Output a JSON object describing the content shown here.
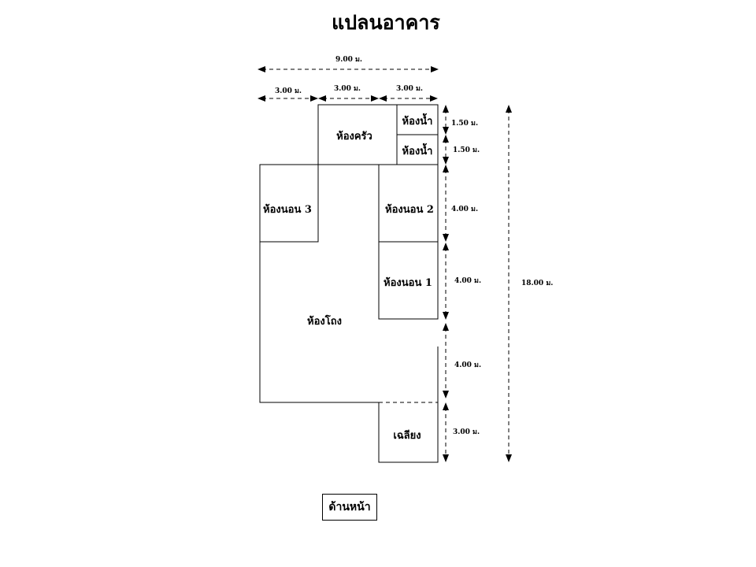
{
  "title": "แปลนอาคาร",
  "rooms": {
    "kitchen": "ห้องครัว",
    "bathroom_1": "ห้องน้ำ",
    "bathroom_2": "ห้องน้ำ",
    "bedroom_3": "ห้องนอน 3",
    "bedroom_2": "ห้องนอน 2",
    "bedroom_1": "ห้องนอน 1",
    "living_room": "ห้องโถง",
    "porch": "เฉลียง"
  },
  "dimensions": {
    "total_width": "9.00 ม.",
    "width_left": "3.00 ม.",
    "width_middle": "3.00 ม.",
    "width_right": "3.00 ม.",
    "bath_1_depth": "1.50 ม.",
    "bath_2_depth": "1.50 ม.",
    "bedroom_2_depth": "4.00 ม.",
    "bedroom_1_depth": "4.00 ม.",
    "living_depth": "4.00 ม.",
    "porch_depth": "3.00 ม.",
    "total_depth": "18.00 ม."
  },
  "front_label": "ด้านหน้า"
}
